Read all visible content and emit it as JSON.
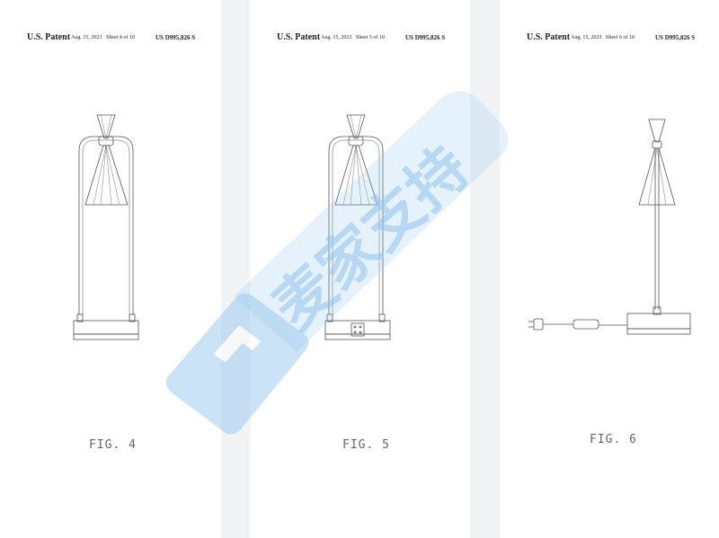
{
  "sheets": [
    {
      "patent": "U.S. Patent",
      "date": "Aug. 15, 2023",
      "sheet": "Sheet 4 of 10",
      "number": "US D995,826 S",
      "figure": "FIG. 4"
    },
    {
      "patent": "U.S. Patent",
      "date": "Aug. 15, 2023",
      "sheet": "Sheet 5 of 10",
      "number": "US D995,826 S",
      "figure": "FIG. 5"
    },
    {
      "patent": "U.S. Patent",
      "date": "Aug. 15, 2023",
      "sheet": "Sheet 6 of 10",
      "number": "US D995,826 S",
      "figure": "FIG. 6"
    }
  ],
  "watermark": {
    "text": "麦家支持",
    "color": "#8ec3ef"
  }
}
